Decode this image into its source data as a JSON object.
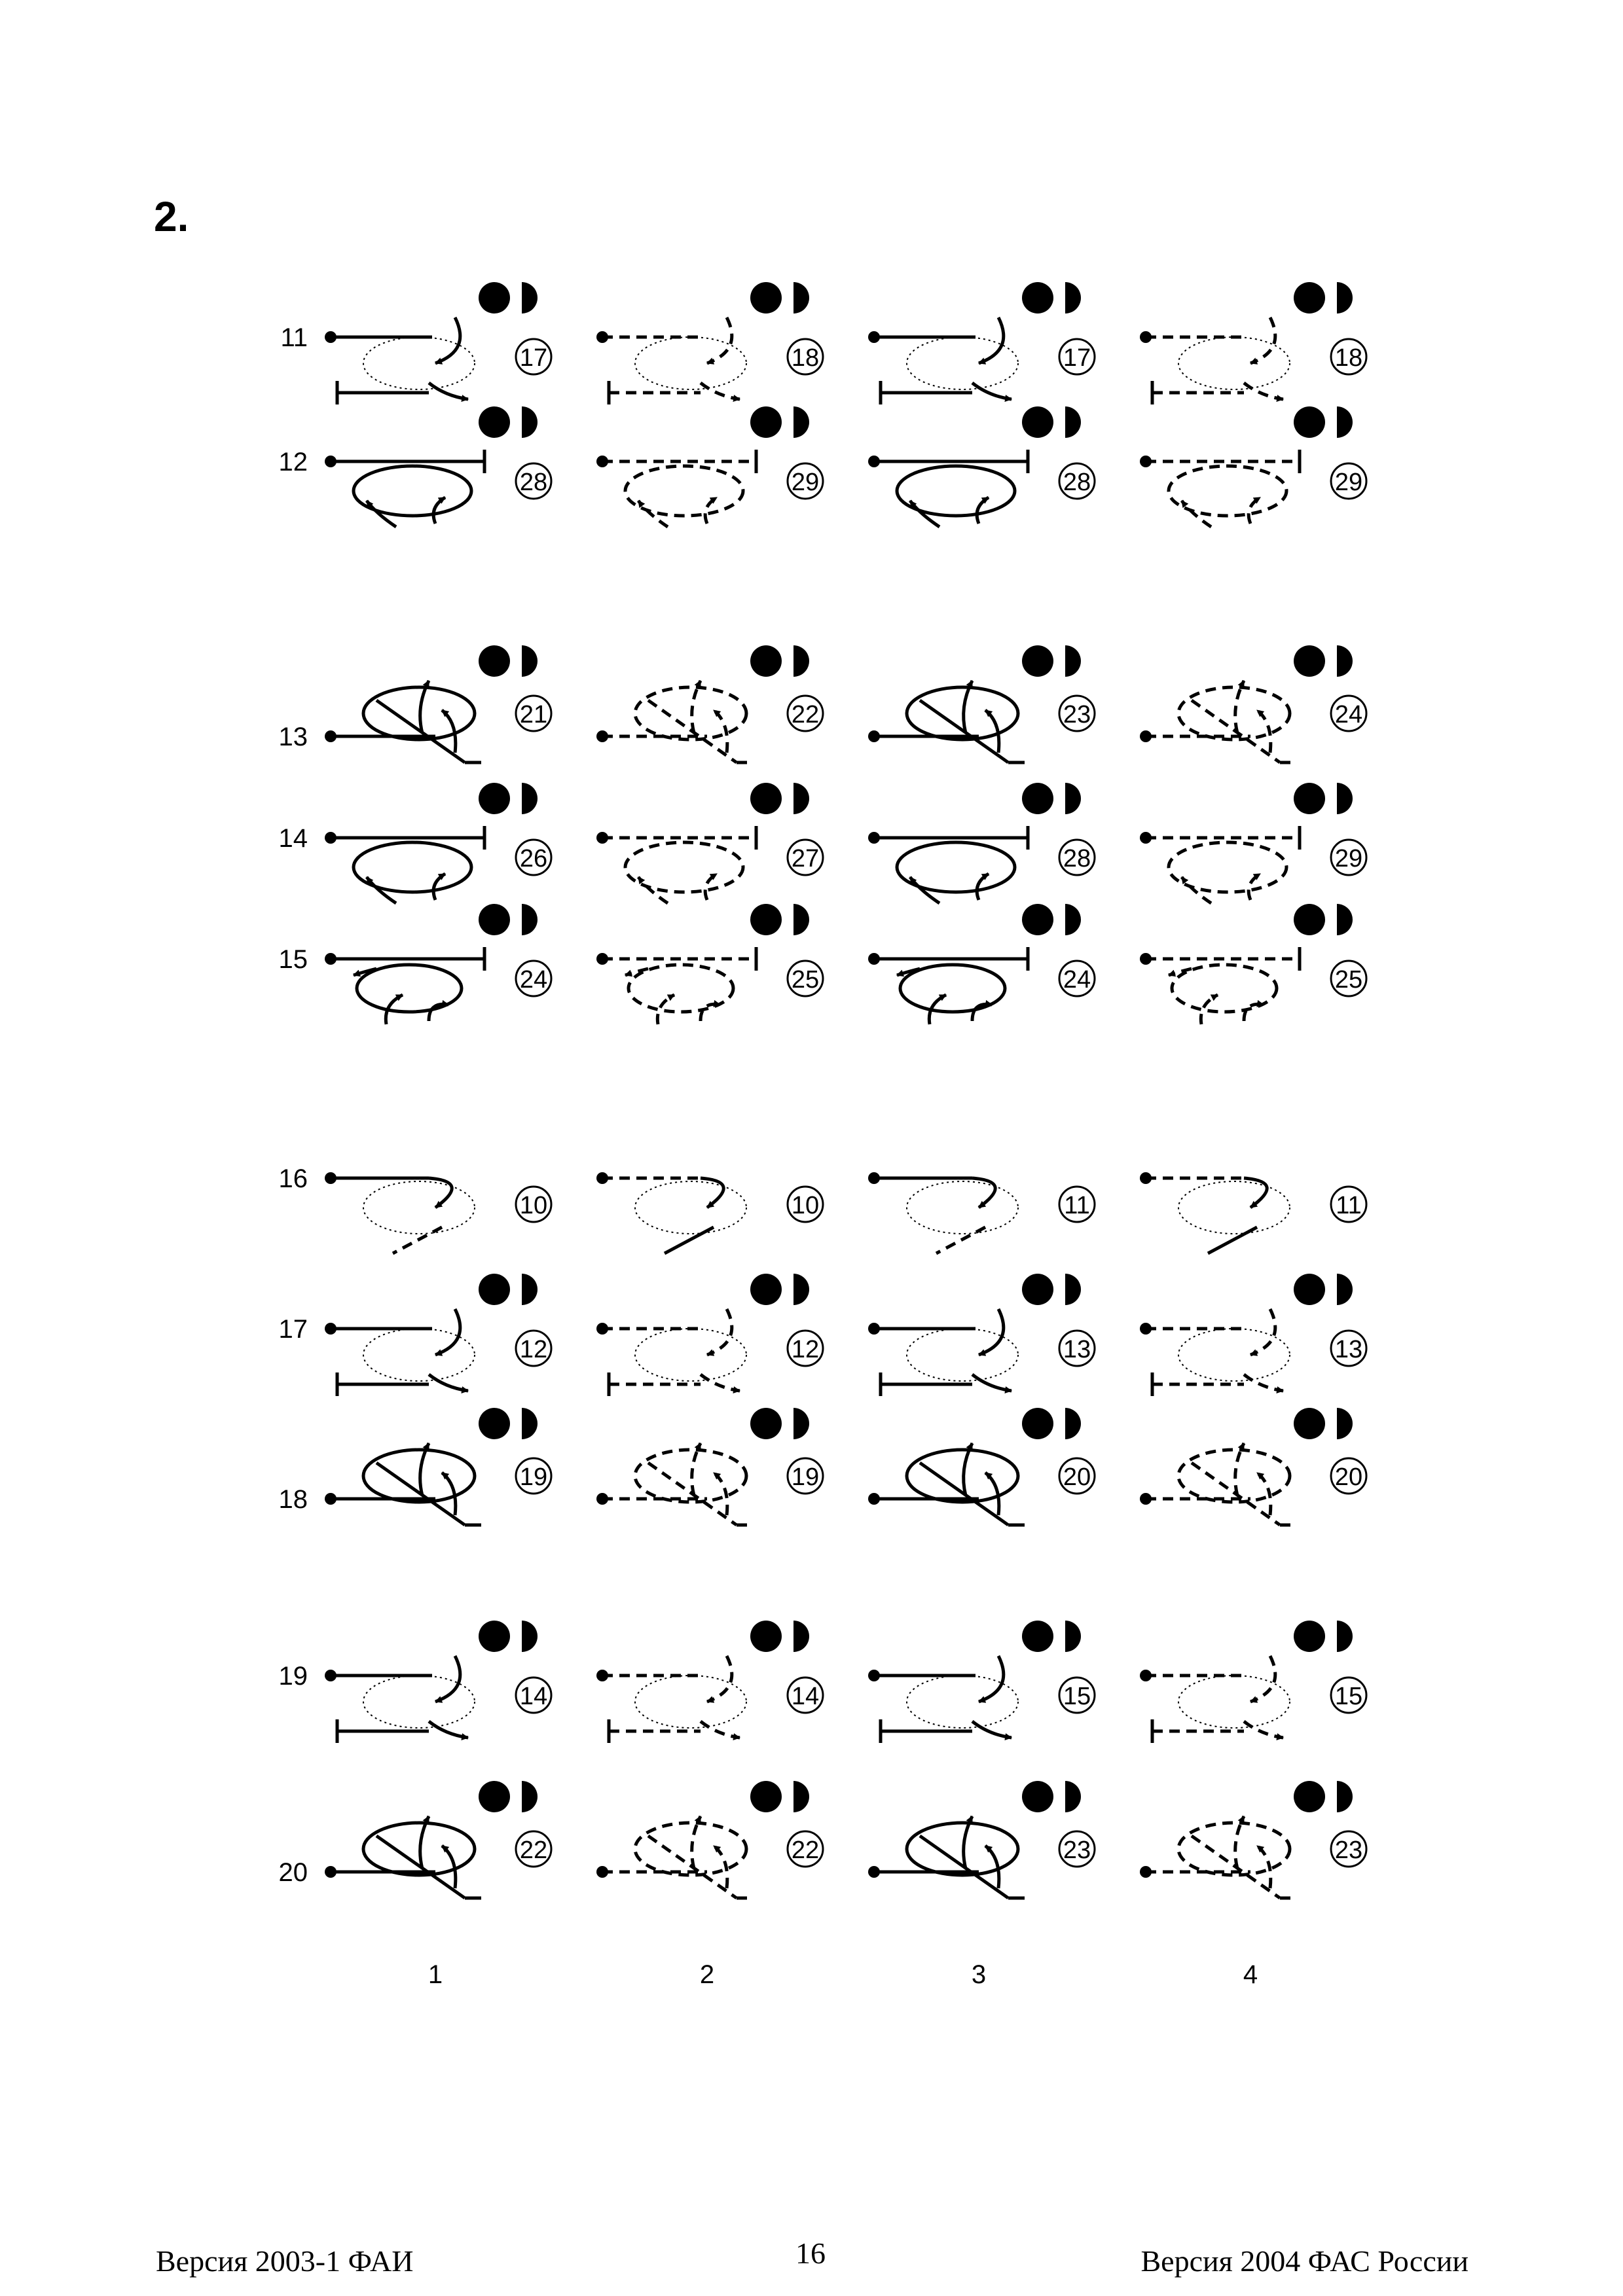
{
  "section_number": "2.",
  "row_labels": [
    "11",
    "12",
    "13",
    "14",
    "15",
    "16",
    "17",
    "18",
    "19",
    "20"
  ],
  "column_labels": [
    "1",
    "2",
    "3",
    "4"
  ],
  "difficulty_values": [
    [
      "17",
      "18",
      "17",
      "18"
    ],
    [
      "28",
      "29",
      "28",
      "29"
    ],
    [
      "21",
      "22",
      "23",
      "24"
    ],
    [
      "26",
      "27",
      "28",
      "29"
    ],
    [
      "24",
      "25",
      "24",
      "25"
    ],
    [
      "10",
      "10",
      "11",
      "11"
    ],
    [
      "12",
      "12",
      "13",
      "13"
    ],
    [
      "19",
      "19",
      "20",
      "20"
    ],
    [
      "14",
      "14",
      "15",
      "15"
    ],
    [
      "22",
      "22",
      "23",
      "23"
    ]
  ],
  "position_symbols": [
    true,
    true,
    true,
    true,
    true,
    false,
    true,
    true,
    true,
    true
  ],
  "footer": {
    "left": "Версия 2003-1 ФАИ",
    "page_number": "16",
    "right": "Версия 2004 ФАС России"
  }
}
